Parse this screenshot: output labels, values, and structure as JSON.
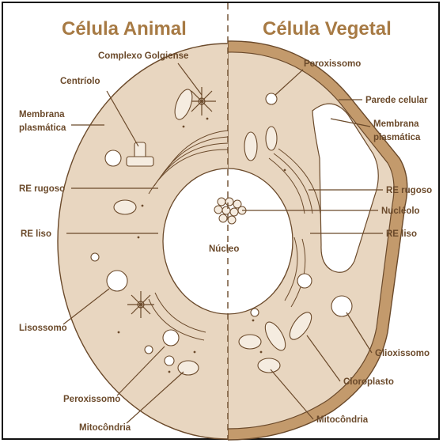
{
  "titles": {
    "animal": "Célula Animal",
    "vegetal": "Célula Vegetal"
  },
  "labels_left": {
    "complexo_golgiense": "Complexo Golgiense",
    "centriolo": "Centríolo",
    "membrana_plasmatica_l1": "Membrana",
    "membrana_plasmatica_l2": "plasmática",
    "re_rugoso": "RE rugoso",
    "re_liso": "RE liso",
    "lisossomo": "Lisossomo",
    "peroxissomo": "Peroxissomo",
    "mitocondria": "Mitocôndria"
  },
  "labels_right": {
    "peroxissomo": "Peroxissomo",
    "parede_celular": "Parede celular",
    "membrana_plasmatica_l1": "Membrana",
    "membrana_plasmatica_l2": "plasmática",
    "re_rugoso": "RE rugoso",
    "nucleolo": "Nucléolo",
    "re_liso": "RE liso",
    "glioxissomo": "Glioxissomo",
    "cloroplasto": "Cloroplasto",
    "mitocondria": "Mitocôndria"
  },
  "center": {
    "nucleo": "Núcleo"
  },
  "colors": {
    "title": "#a77a44",
    "cytoplasm": "#e8d6c0",
    "cell_wall": "#c39a6c",
    "outline": "#6b4a2b",
    "organelle_fill": "#f5ece0"
  }
}
